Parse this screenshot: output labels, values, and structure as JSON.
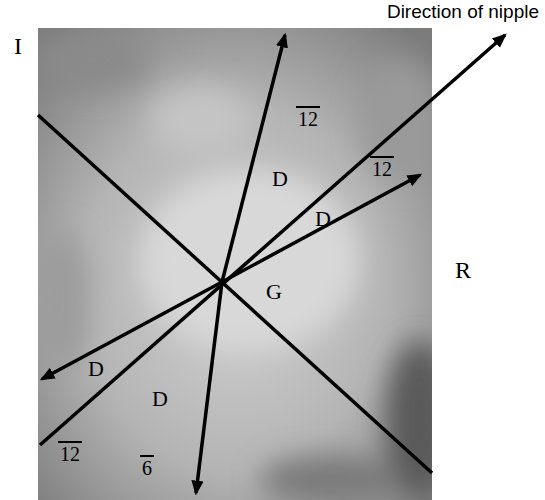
{
  "diagram": {
    "labels": [
      "Direction of nipple",
      "I",
      "12",
      "12",
      "D",
      "D",
      "R",
      "G",
      "D",
      "D",
      "12",
      "6"
    ]
  }
}
